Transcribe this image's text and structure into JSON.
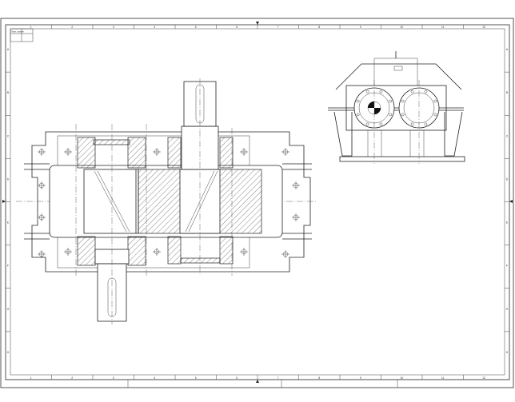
{
  "sheet": {
    "stamp_cells": [
      "Перв. примен.",
      ""
    ],
    "zone_columns": [
      "1",
      "2",
      "3",
      "4",
      "5",
      "6",
      "7",
      "8",
      "9",
      "10",
      "11",
      "12"
    ],
    "zone_rows": [
      "A",
      "B",
      "C",
      "D",
      "E",
      "F",
      "G",
      "H"
    ]
  },
  "colors": {
    "line": "#222222",
    "frame": "#555555",
    "background": "#ffffff"
  }
}
